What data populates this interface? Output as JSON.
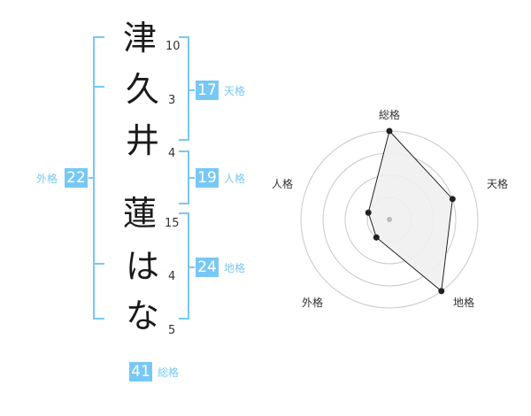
{
  "name": {
    "characters": [
      {
        "char": "津",
        "strokes": "10"
      },
      {
        "char": "久",
        "strokes": "3"
      },
      {
        "char": "井",
        "strokes": "4"
      },
      {
        "char": "蓮",
        "strokes": "15"
      },
      {
        "char": "は",
        "strokes": "4"
      },
      {
        "char": "な",
        "strokes": "5"
      }
    ]
  },
  "kakusu": {
    "tenkaku": {
      "value": "17",
      "label": "天格"
    },
    "jinkaku": {
      "value": "19",
      "label": "人格"
    },
    "chikaku": {
      "value": "24",
      "label": "地格"
    },
    "gaikaku": {
      "value": "22",
      "label": "外格"
    },
    "soukaku": {
      "value": "41",
      "label": "総格"
    }
  },
  "chart_data": {
    "type": "radar",
    "axes": [
      "総格",
      "天格",
      "地格",
      "外格",
      "人格"
    ],
    "values": [
      4,
      3,
      4,
      1,
      1
    ],
    "rmax": 4,
    "rings": 4
  },
  "colors": {
    "accent": "#78c8f5",
    "text": "#1a1a1a",
    "grid": "#c8c8c8",
    "fill": "#f0f0f0"
  }
}
